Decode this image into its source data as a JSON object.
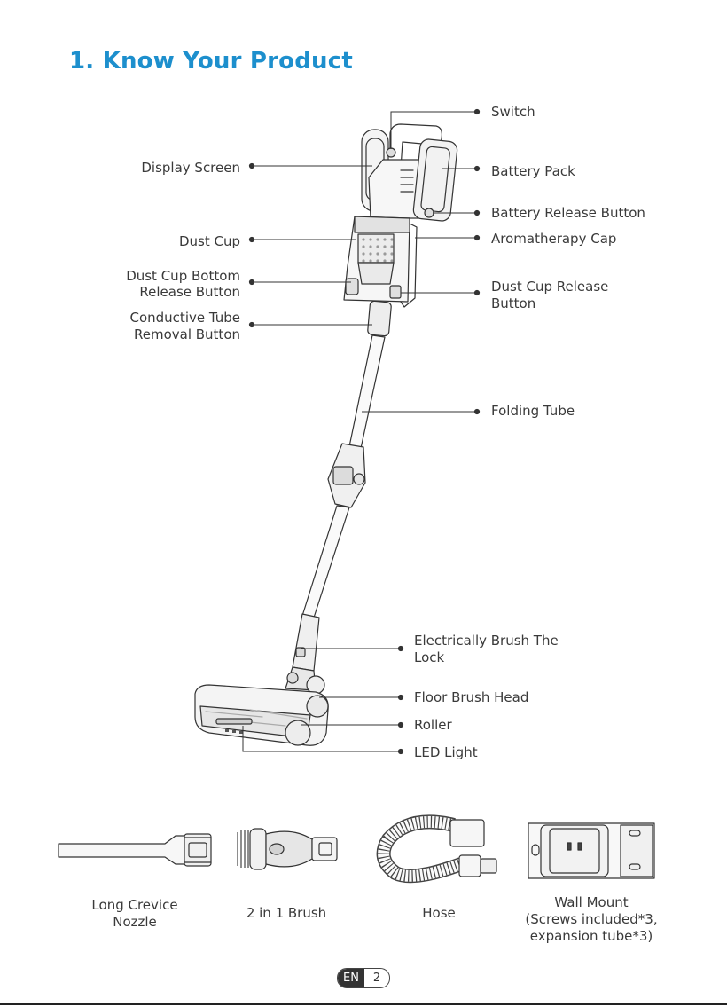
{
  "section_title": "1. Know Your Product",
  "labels_left": {
    "display_screen": "Display Screen",
    "dust_cup": "Dust Cup",
    "dust_cup_bottom_1": "Dust Cup Bottom",
    "dust_cup_bottom_2": "Release Button",
    "conductive_tube_1": "Conductive Tube",
    "conductive_tube_2": "Removal Button"
  },
  "labels_right": {
    "switch": "Switch",
    "battery_pack": "Battery Pack",
    "battery_release": "Battery Release Button",
    "aromatherapy_cap": "Aromatherapy Cap",
    "dust_cup_release_1": "Dust Cup Release",
    "dust_cup_release_2": "Button",
    "folding_tube": "Folding Tube",
    "brush_lock_1": "Electrically Brush The",
    "brush_lock_2": "Lock",
    "floor_brush_head": "Floor Brush Head",
    "roller": "Roller",
    "led_light": "LED Light"
  },
  "accessories": {
    "crevice_1": "Long Crevice",
    "crevice_2": "Nozzle",
    "brush": "2 in 1 Brush",
    "hose": "Hose",
    "wall_1": "Wall Mount",
    "wall_2": "(Screws included*3,",
    "wall_3": "expansion tube*3)"
  },
  "footer": {
    "lang": "EN",
    "page": "2"
  },
  "colors": {
    "title": "#1d8fcd",
    "line": "#333333"
  }
}
